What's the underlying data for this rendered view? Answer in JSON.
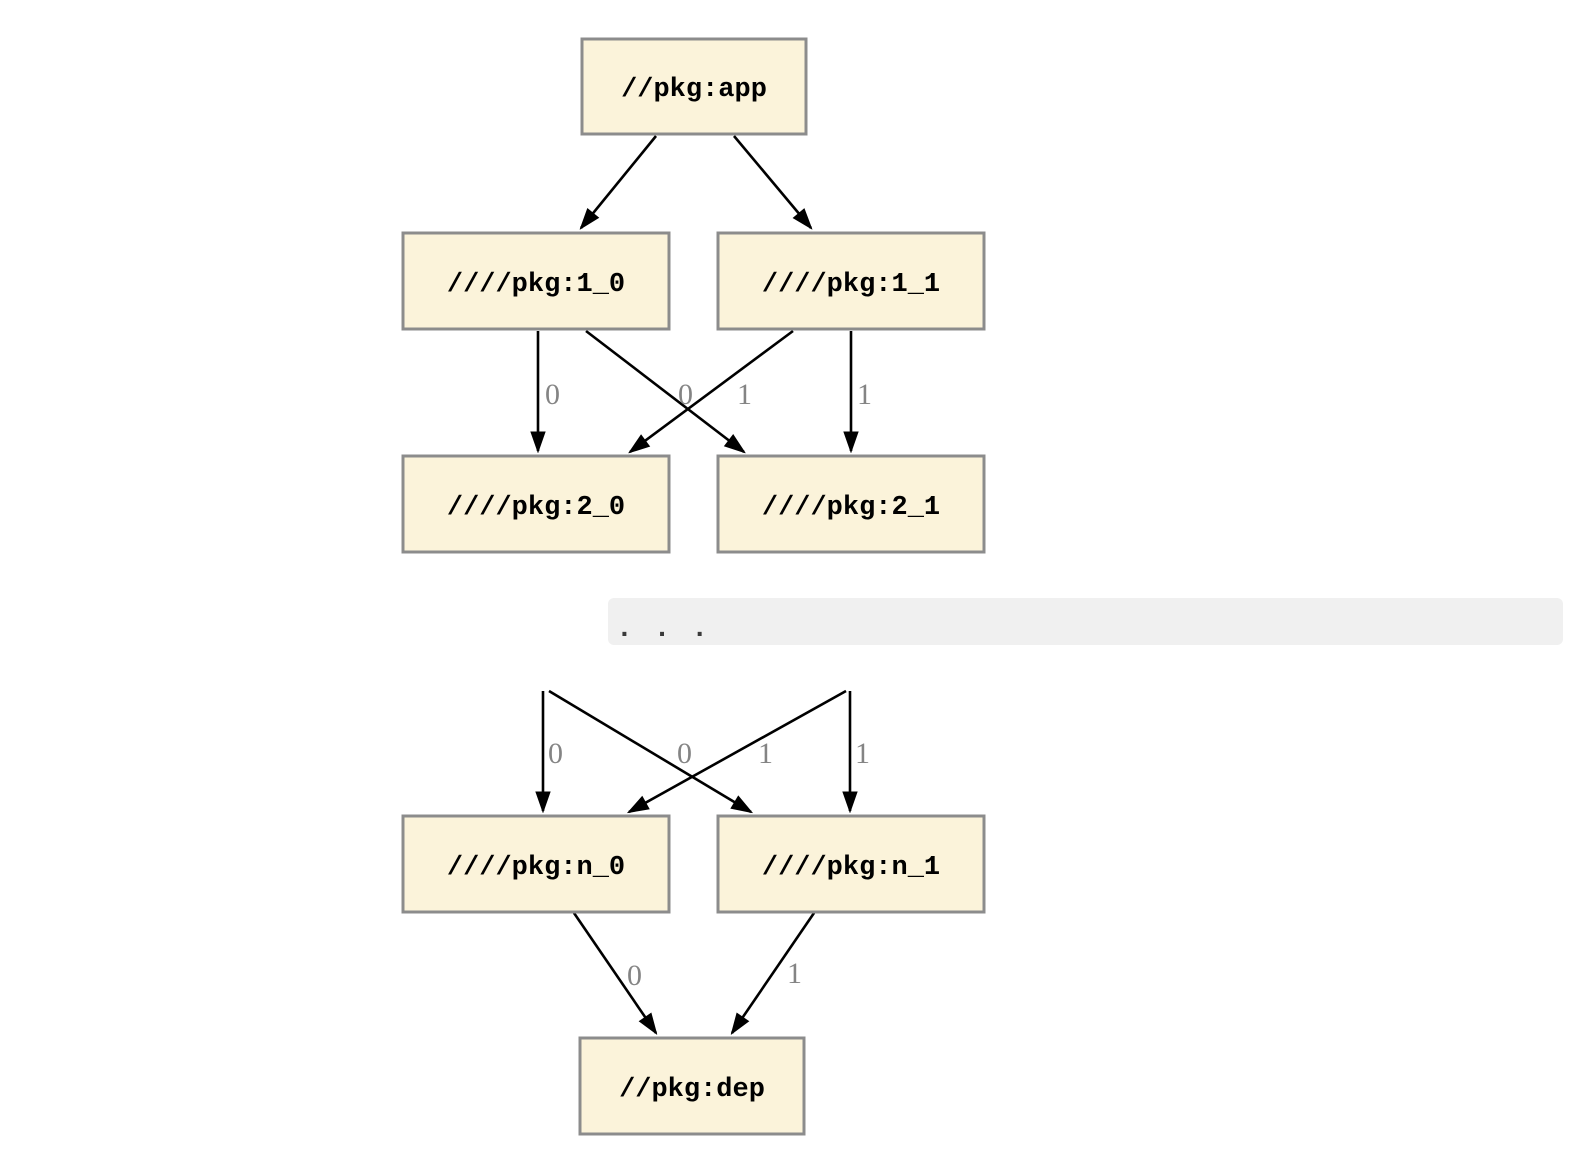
{
  "diagram": {
    "description": "Package dependency graph from //pkg:app through generated packages down to //pkg:dep",
    "colors": {
      "background": "#ffffff",
      "node_fill": "#fbf3da",
      "node_border": "#8c8c8c",
      "node_text": "#000000",
      "edge": "#000000",
      "edge_label": "#848484",
      "ellipsis_background": "#f0f0f0",
      "ellipsis_text": "#3a3a3a"
    },
    "nodes": [
      {
        "id": "app",
        "label": "//pkg:app"
      },
      {
        "id": "1_0",
        "label": "////pkg:1_0"
      },
      {
        "id": "1_1",
        "label": "////pkg:1_1"
      },
      {
        "id": "2_0",
        "label": "////pkg:2_0"
      },
      {
        "id": "2_1",
        "label": "////pkg:2_1"
      },
      {
        "id": "n_0",
        "label": "////pkg:n_0"
      },
      {
        "id": "n_1",
        "label": "////pkg:n_1"
      },
      {
        "id": "dep",
        "label": "//pkg:dep"
      }
    ],
    "ellipsis": ". . .",
    "edges": [
      {
        "from": "app",
        "to": "1_0",
        "label": ""
      },
      {
        "from": "app",
        "to": "1_1",
        "label": ""
      },
      {
        "from": "1_0",
        "to": "2_0",
        "label": "0"
      },
      {
        "from": "1_0",
        "to": "2_1",
        "label": "1"
      },
      {
        "from": "1_1",
        "to": "2_0",
        "label": "0"
      },
      {
        "from": "1_1",
        "to": "2_1",
        "label": "1"
      },
      {
        "from": "ellipsis-left",
        "to": "n_0",
        "label": "0"
      },
      {
        "from": "ellipsis-left",
        "to": "n_1",
        "label": "1"
      },
      {
        "from": "ellipsis-right",
        "to": "n_0",
        "label": "0"
      },
      {
        "from": "ellipsis-right",
        "to": "n_1",
        "label": "1"
      },
      {
        "from": "n_0",
        "to": "dep",
        "label": "0"
      },
      {
        "from": "n_1",
        "to": "dep",
        "label": "1"
      }
    ]
  }
}
